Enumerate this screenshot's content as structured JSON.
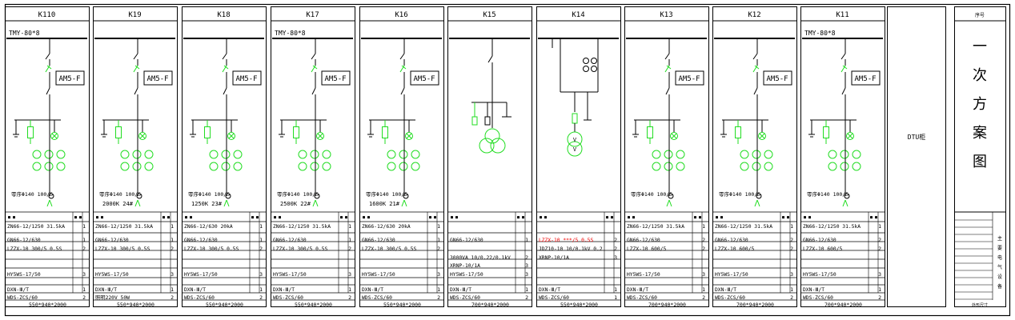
{
  "panels": [
    {
      "id": "K110",
      "bus": "TMY-80*8",
      "breaker": "AM5-F",
      "ct": "零序Φ140 100/5",
      "trafo": "",
      "sub": "",
      "r1": [
        "ZN66-12/1250  31.5kA",
        "1"
      ],
      "r3": [
        "GN66-12/630",
        "1"
      ],
      "r4": [
        "LZZX-10  300/5 0.5S",
        "2"
      ],
      "r5": [
        "",
        ""
      ],
      "r6": [
        "",
        ""
      ],
      "r7": [
        "HY5WS-17/50",
        "3"
      ],
      "r8": [
        "DXN-Ⅲ/T",
        "1"
      ],
      "r9": [
        "WDS-ZCS/60",
        "2"
      ],
      "dim": "550*940*2000",
      "red": false
    },
    {
      "id": "K19",
      "bus": "",
      "breaker": "AM5-F",
      "ct": "零序Φ140 100/5",
      "trafo": "2000K 24#",
      "sub": "",
      "r1": [
        "ZN66-12/1250  31.5kA",
        "1"
      ],
      "r3": [
        "GN66-12/630",
        "1"
      ],
      "r4": [
        "LZZX-10  300/5 0.5S",
        "2"
      ],
      "r5": [
        "",
        ""
      ],
      "r6": [
        "",
        ""
      ],
      "r7": [
        "HY5WS-17/50",
        "3"
      ],
      "r8": [
        "DXN-Ⅲ/T",
        "1"
      ],
      "r9": [
        "照明220V  50W",
        "2"
      ],
      "dim": "550*940*2000",
      "red": false
    },
    {
      "id": "K18",
      "bus": "",
      "breaker": "AM5-F",
      "ct": "零序Φ140 100/5",
      "trafo": "1250K  23#",
      "sub": "",
      "r1": [
        "ZN66-12/630   20kA",
        "1"
      ],
      "r3": [
        "GN66-12/630",
        "1"
      ],
      "r4": [
        "LZZX-10  300/5 0.5S",
        "2"
      ],
      "r5": [
        "",
        ""
      ],
      "r6": [
        "",
        ""
      ],
      "r7": [
        "HY5WS-17/50",
        "3"
      ],
      "r8": [
        "DXN-Ⅲ/T",
        "1"
      ],
      "r9": [
        "WDS-ZCS/60",
        "2"
      ],
      "dim": "550*940*2000",
      "red": false
    },
    {
      "id": "K17",
      "bus": "TMY-80*8",
      "breaker": "AM5-F",
      "ct": "零序Φ140 100/5",
      "trafo": "2500K  22#",
      "sub": "",
      "r1": [
        "ZN66-12/1250  31.5kA",
        "1"
      ],
      "r3": [
        "GN66-12/630",
        "1"
      ],
      "r4": [
        "LZZX-10  300/5 0.5S",
        "2"
      ],
      "r5": [
        "",
        ""
      ],
      "r6": [
        "",
        ""
      ],
      "r7": [
        "HY5WS-17/50",
        "3"
      ],
      "r8": [
        "DXN-Ⅲ/T",
        "1"
      ],
      "r9": [
        "WDS-ZCS/60",
        "2"
      ],
      "dim": "550*940*2000",
      "red": false
    },
    {
      "id": "K16",
      "bus": "",
      "breaker": "AM5-F",
      "ct": "零序Φ140 100/5",
      "trafo": "1600K  21#",
      "sub": "",
      "r1": [
        "ZN66-12/630   20kA",
        "1"
      ],
      "r3": [
        "GN66-12/630",
        "1"
      ],
      "r4": [
        "LZZX-10  300/5 0.5S",
        "2"
      ],
      "r5": [
        "",
        ""
      ],
      "r6": [
        "",
        ""
      ],
      "r7": [
        "HY5WS-17/50",
        "3"
      ],
      "r8": [
        "DXN-Ⅲ/T",
        "1"
      ],
      "r9": [
        "WDS-ZCS/60",
        "2"
      ],
      "dim": "550*940*2000",
      "red": false
    },
    {
      "id": "K15",
      "bus": "",
      "breaker": "",
      "ct": "",
      "trafo": "",
      "sub": "",
      "r1": [
        "",
        ""
      ],
      "r3": [
        "GN66-12/630",
        "1"
      ],
      "r4": [
        "",
        ""
      ],
      "r5": [
        "3000VA 10/0.22/0.1kV",
        "2"
      ],
      "r6": [
        "XRNP-10/1A",
        "3"
      ],
      "r7": [
        "HY5WS-17/50",
        "3"
      ],
      "r8": [
        "DXN-Ⅲ/T",
        "1"
      ],
      "r9": [
        "WDS-ZCS/60",
        "2"
      ],
      "dim": "700*940*2000",
      "red": false
    },
    {
      "id": "K14",
      "bus": "",
      "breaker": "",
      "ct": "",
      "trafo": "",
      "sub": "",
      "r1": [
        "",
        ""
      ],
      "r3": [
        "LZZX-10  ***/5   0.5S",
        "2"
      ],
      "r4": [
        "JDZ10-10 10/0.1kV 0.2",
        "2"
      ],
      "r5": [
        "XRNP-10/1A",
        "3"
      ],
      "r6": [
        "",
        ""
      ],
      "r7": [
        "",
        ""
      ],
      "r8": [
        "DXN-Ⅲ/T",
        "1"
      ],
      "r9": [
        "WDS-ZCS/60",
        "1"
      ],
      "dim": "550*940*2000",
      "red": true
    },
    {
      "id": "K13",
      "bus": "",
      "breaker": "AM5-F",
      "ct": "零序Φ140 100/5",
      "trafo": "",
      "sub": "",
      "r1": [
        "ZN66-12/1250  31.5kA",
        "1"
      ],
      "r3": [
        "GN66-12/630",
        "2"
      ],
      "r4": [
        "LZZX-10  600/5",
        "2"
      ],
      "r5": [
        "",
        ""
      ],
      "r6": [
        "",
        ""
      ],
      "r7": [
        "HY5WS-17/50",
        "3"
      ],
      "r8": [
        "DXN-Ⅲ/T",
        "1"
      ],
      "r9": [
        "WDS-ZCS/60",
        "2"
      ],
      "dim": "700*940*2000",
      "red": false
    },
    {
      "id": "K12",
      "bus": "",
      "breaker": "AM5-F",
      "ct": "零序Φ140 100/5",
      "trafo": "",
      "sub": "",
      "r1": [
        "ZN66-12/1250  31.5kA",
        "1"
      ],
      "r3": [
        "GN66-12/630",
        "2"
      ],
      "r4": [
        "LZZX-10  600/5",
        "2"
      ],
      "r5": [
        "",
        ""
      ],
      "r6": [
        "",
        ""
      ],
      "r7": [
        "HY5WS-17/50",
        "3"
      ],
      "r8": [
        "DXN-Ⅲ/T",
        "1"
      ],
      "r9": [
        "WDS-ZCS/60",
        "2"
      ],
      "dim": "700*940*2000",
      "red": false
    },
    {
      "id": "K11",
      "bus": "TMY-80*8",
      "breaker": "AM5-F",
      "ct": "零序Φ140 100/5",
      "trafo": "",
      "sub": "",
      "r1": [
        "ZN66-12/1250  31.5kA",
        "1"
      ],
      "r3": [
        "GN66-12/630",
        "2"
      ],
      "r4": [
        "LZZX-10  600/5",
        "2"
      ],
      "r5": [
        "",
        ""
      ],
      "r6": [
        "",
        ""
      ],
      "r7": [
        "HY5WS-17/50",
        "3"
      ],
      "r8": [
        "DXN-Ⅲ/T",
        "1"
      ],
      "r9": [
        "WDS-ZCS/60",
        "2"
      ],
      "dim": "700*940*2000",
      "red": false
    }
  ],
  "dtu_label": "DTU柜",
  "title_block": {
    "header": "序号",
    "title_chars": [
      "一",
      "次",
      "方",
      "案",
      "图"
    ],
    "footer": "外形尺寸"
  },
  "colors": {
    "line": "#000000",
    "green": "#22dd22",
    "red": "#ee0000"
  }
}
